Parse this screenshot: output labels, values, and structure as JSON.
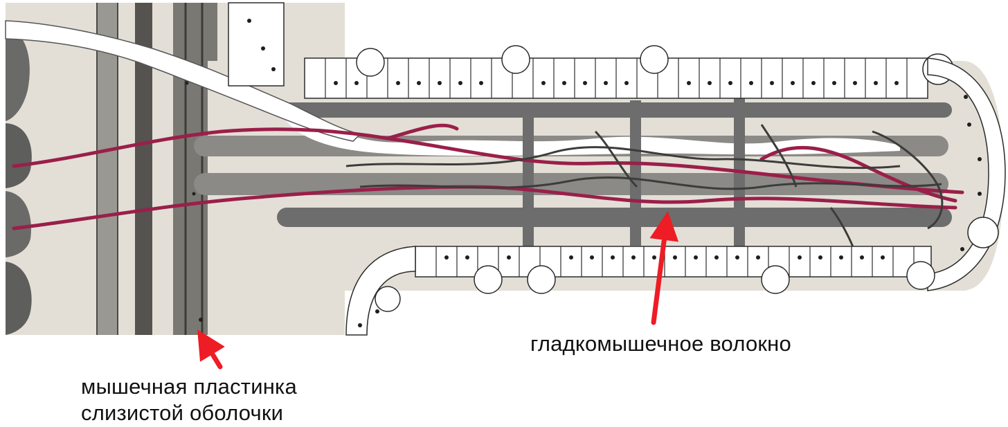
{
  "annotations": {
    "lamina_line1": "мышечная пластинка",
    "lamina_line2": "слизистой оболочки",
    "smooth_muscle": "гладкомышечное волокно"
  },
  "colors": {
    "arrow": "#ee1c24",
    "vessel": "#9a1f4a",
    "tissue_bg": "#e3dfd6",
    "muscle": "#6d6d6d",
    "muscle_dark": "#3f3f3f",
    "epithelium_line": "#2b2b2b"
  }
}
